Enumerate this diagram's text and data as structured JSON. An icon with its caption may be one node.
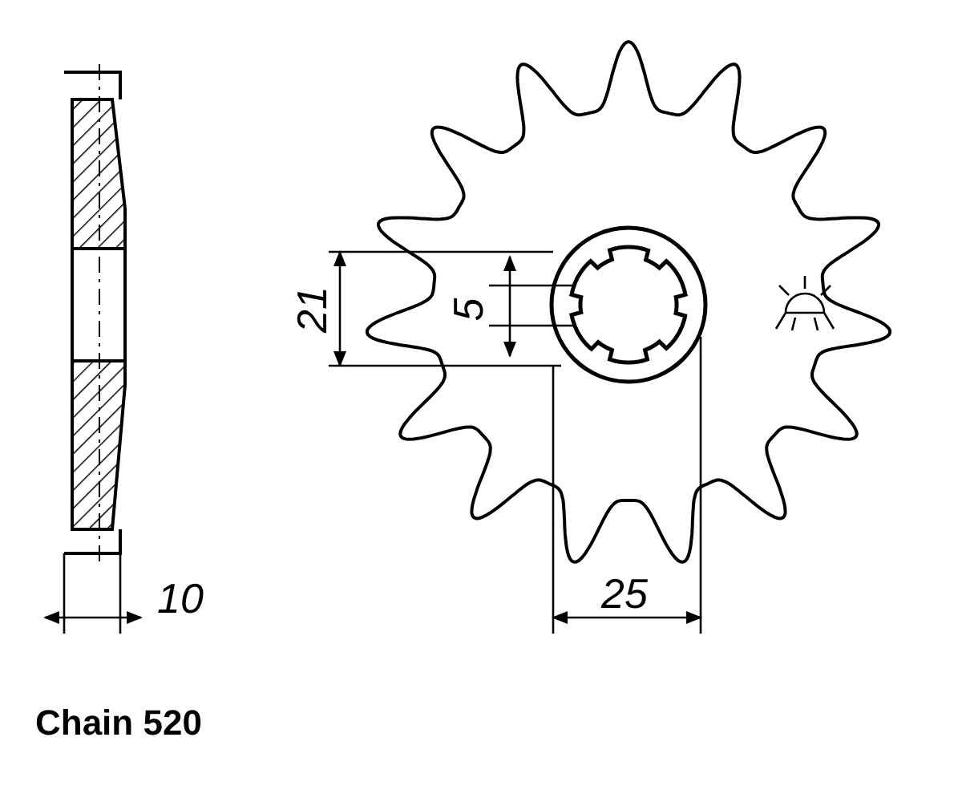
{
  "diagram": {
    "labels": [
      "21",
      "5",
      "10",
      "25",
      "Chain 520"
    ]
  }
}
